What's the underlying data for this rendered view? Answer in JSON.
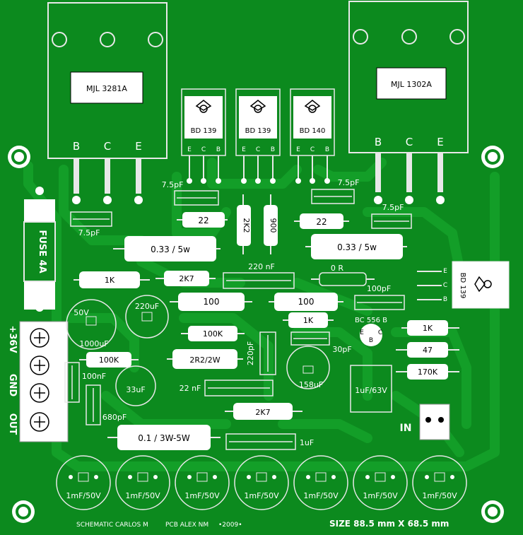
{
  "board": {
    "base_color": "#0c8a1e",
    "trace_color": "#12a628",
    "silk_color": "#e8e8e8",
    "pad_color": "#ffffff"
  },
  "power_transistors": {
    "left": {
      "part": "MJL 3281A",
      "pins": [
        "B",
        "C",
        "E"
      ]
    },
    "right": {
      "part": "MJL 1302A",
      "pins": [
        "B",
        "C",
        "E"
      ]
    }
  },
  "driver_transistors": [
    {
      "part": "BD 139",
      "pins": [
        "E",
        "C",
        "B"
      ]
    },
    {
      "part": "BD 139",
      "pins": [
        "E",
        "C",
        "B"
      ]
    },
    {
      "part": "BD 140",
      "pins": [
        "E",
        "C",
        "B"
      ]
    }
  ],
  "side_transistor": {
    "part": "BD 139",
    "pins": [
      "E",
      "C",
      "B"
    ]
  },
  "small_transistor": {
    "part": "BC 556 B",
    "pins": [
      "E",
      "B",
      "C"
    ]
  },
  "resistors": {
    "r_22_left": "22",
    "r_22_right": "22",
    "r_2k2": "2K2",
    "r_900": "900",
    "r_033_left": "0.33 / 5w",
    "r_033_right": "0.33 / 5w",
    "r_1k_a": "1K",
    "r_2k7_a": "2K7",
    "r_100_a": "100",
    "r_100_b": "100",
    "r_0r": "0 R",
    "r_1k_b": "1K",
    "r_1k_c": "1K",
    "r_100k_a": "100K",
    "r_100k_b": "100K",
    "r_2r2": "2R2/2W",
    "r_47": "47",
    "r_170k": "170K",
    "r_2k7_b": "2K7",
    "r_01": "0.1 / 3W-5W"
  },
  "capacitors": {
    "c_75_a": "7.5pF",
    "c_75_b": "7.5pF",
    "c_75_c": "7.5pF",
    "c_75_d": "7.5pF",
    "c_220nf": "220 nF",
    "c_100pf": "100pF",
    "c_50v": "50V",
    "c_1000uf": "1000uF",
    "c_220uf": "220uF",
    "c_220pf": "220pF",
    "c_30pf": "30pF",
    "c_100nf": "100nF",
    "c_33uf": "33uF",
    "c_22nf": "22 nF",
    "c_158uf": "158uF",
    "c_1uf63": "1uF/63V",
    "c_680pf": "680pF",
    "c_1uf": "1uF",
    "c_bank": [
      "1mF/50V",
      "1mF/50V",
      "1mF/50V",
      "1mF/50V",
      "1mF/50V",
      "1mF/50V",
      "1mF/50V"
    ]
  },
  "fuse": "FUSE 4A",
  "terminal": {
    "plus36": "+36V",
    "gnd": "GND",
    "out": "OUT"
  },
  "input_label": "IN",
  "footer": {
    "schematic": "SCHEMATIC CARLOS  M",
    "pcb": "PCB ALEX NM",
    "year": "•2009•",
    "size": "SIZE 88.5 mm X 68.5 mm"
  }
}
